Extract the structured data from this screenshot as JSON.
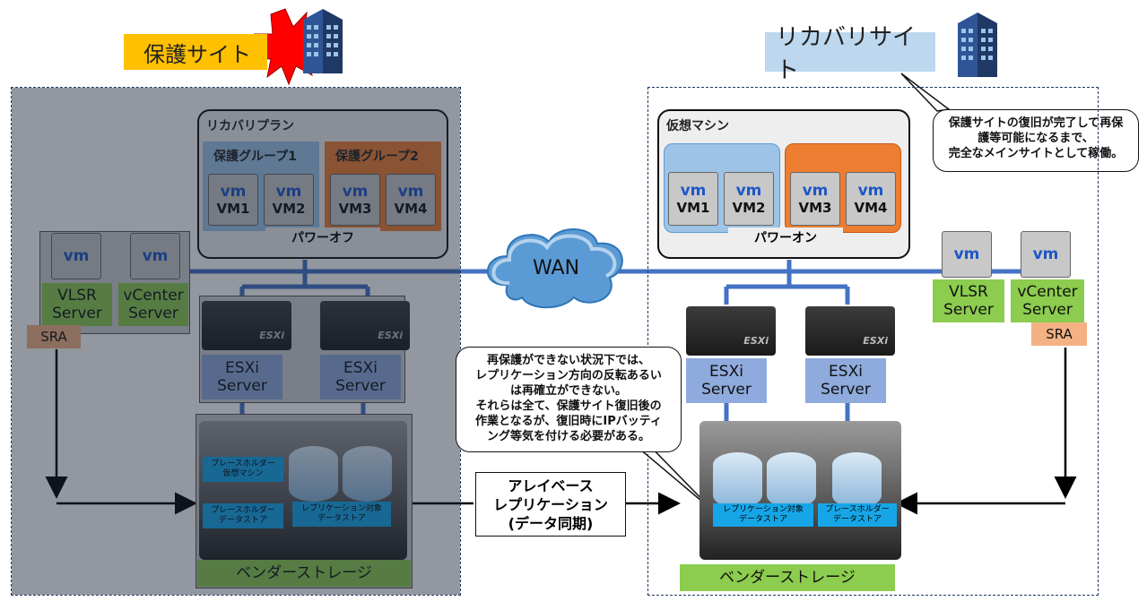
{
  "protected_site": {
    "title": "保護サイト"
  },
  "recovery_site": {
    "title": "リカバリサイト",
    "callout": [
      "保護サイトの復旧が完了して再保",
      "護等可能になるまで、",
      "完全なメインサイトとして稼働。"
    ]
  },
  "left": {
    "plan_title": "リカバリプラン",
    "groups": [
      {
        "label": "保護グループ1",
        "vms": [
          "VM1",
          "VM2"
        ],
        "color": "#4a78b0"
      },
      {
        "label": "保護グループ2",
        "vms": [
          "VM3",
          "VM4"
        ],
        "color": "#c55a11"
      }
    ],
    "power_label": "パワーオフ",
    "vlsr": [
      "VLSR",
      "Server"
    ],
    "vcenter": [
      "vCenter",
      "Server"
    ],
    "sra": "SRA",
    "esxi": [
      [
        "ESXi",
        "Server"
      ],
      [
        "ESXi",
        "Server"
      ]
    ],
    "placeholder_vm": [
      "プレースホルダー",
      "仮想マシン"
    ],
    "placeholder_ds": [
      "プレースホルダー",
      "データストア"
    ],
    "replication_ds": [
      "レプリケーション対象",
      "データストア"
    ],
    "storage_label": "ベンダーストレージ"
  },
  "right": {
    "vm_title": "仮想マシン",
    "groups": [
      {
        "vms": [
          "VM1",
          "VM2"
        ],
        "color": "#9dc3e6"
      },
      {
        "vms": [
          "VM3",
          "VM4"
        ],
        "color": "#ed7d31"
      }
    ],
    "power_label": "パワーオン",
    "vlsr": [
      "VLSR",
      "Server"
    ],
    "vcenter": [
      "vCenter",
      "Server"
    ],
    "sra": "SRA",
    "esxi": [
      [
        "ESXi",
        "Server"
      ],
      [
        "ESXi",
        "Server"
      ]
    ],
    "replication_ds": [
      "レプリケーション対象",
      "データストア"
    ],
    "placeholder_ds": [
      "プレースホルダー",
      "データストア"
    ],
    "storage_label": "ベンダーストレージ"
  },
  "wan": "WAN",
  "vm_logo": "vm",
  "server_badge": "ESXi",
  "array_replication": [
    "アレイベース",
    "レプリケーション",
    "(データ同期)"
  ],
  "note_callout": [
    "再保護ができない状況下では、",
    "レプリケーション方向の反転あるい",
    "は再確立ができない。",
    "それらは全て、保護サイト復旧後の",
    "作業となるが、復旧時にIPバッティ",
    "ング等気を付ける必要がある。"
  ],
  "colors": {
    "protected_title_bg": "#ffc000",
    "recovery_title_bg": "#bdd7ee",
    "link": "#4472c4",
    "dim_overlay": "#1c2638"
  }
}
